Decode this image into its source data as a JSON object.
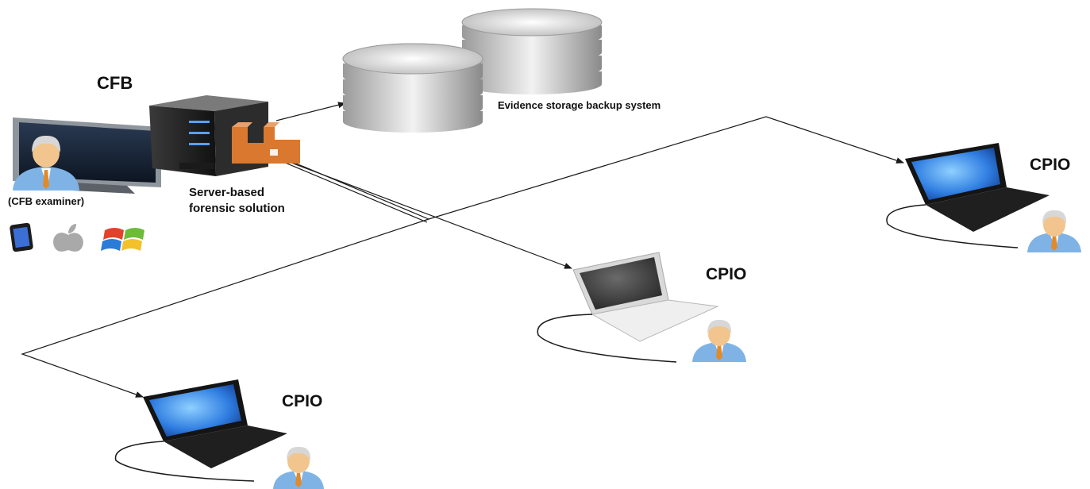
{
  "labels": {
    "cfb_title": "CFB",
    "cfb_examiner": "(CFB examiner)",
    "server_line1": "Server-based",
    "server_line2": "forensic solution",
    "evidence_storage": "Evidence storage backup system",
    "cpio_right": "CPIO",
    "cpio_middle": "CPIO",
    "cpio_bottom": "CPIO"
  },
  "icons": {
    "platforms": [
      "android-phone-icon",
      "apple-logo-icon",
      "windows-logo-icon"
    ],
    "server_badge": "forensic-tool-icon"
  },
  "colors": {
    "arrow": "#1a1a1a",
    "laptop_screen": "#2f7de1",
    "person_shirt": "#7fb3e6",
    "tie": "#e08a2a",
    "badge": "#d9782e"
  }
}
